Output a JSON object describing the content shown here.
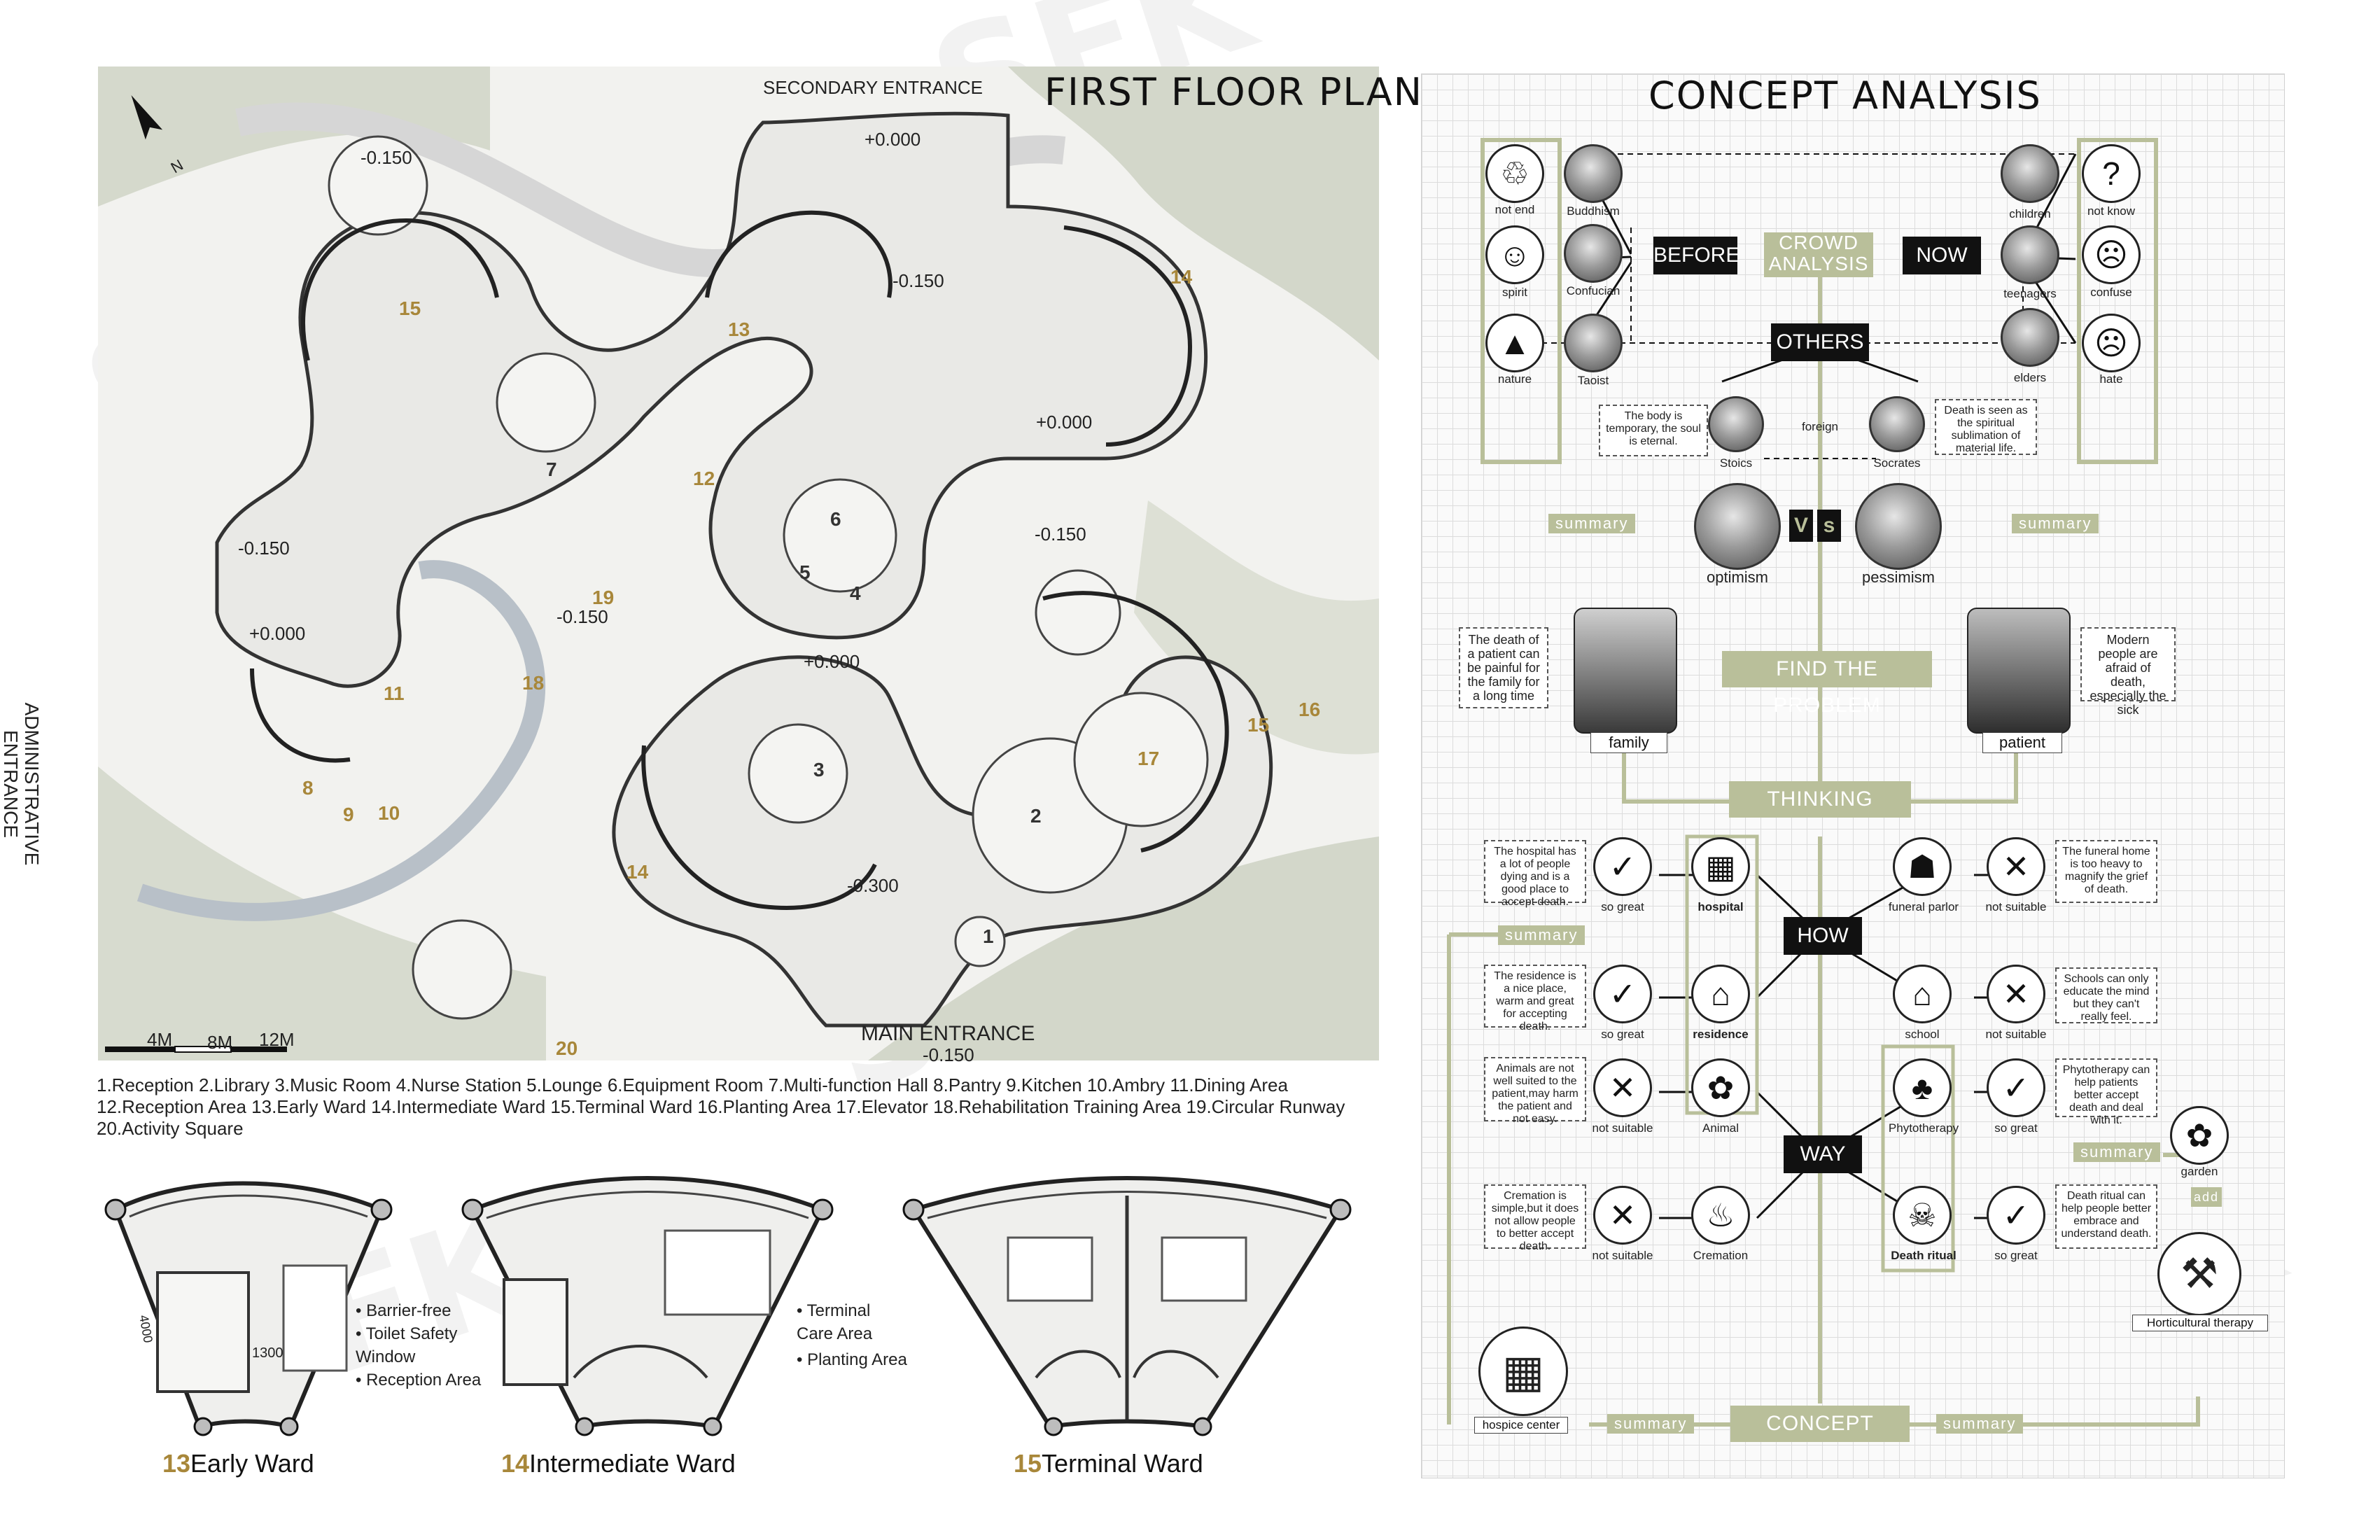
{
  "plan": {
    "title": "FIRST FLOOR PLAN",
    "secondary_entrance": "SECONDARY ENTRANCE",
    "main_entrance": "MAIN ENTRANCE",
    "administrative_entrance": "ADMINISTRATIVE ENTRANCE",
    "north": "N",
    "levels": [
      "-0.150",
      "+0.000",
      "-0.150",
      "+0.000",
      "-0.150",
      "-0.150",
      "+0.000",
      "-0.150",
      "+0.000",
      "-0.300",
      "-0.150"
    ],
    "room_numbers": [
      "15",
      "7",
      "13",
      "12",
      "14",
      "6",
      "5",
      "4",
      "19",
      "18",
      "11",
      "3",
      "8",
      "9",
      "10",
      "14",
      "2",
      "17",
      "15",
      "16",
      "1",
      "20"
    ],
    "scale": [
      "4M",
      "8M",
      "12M"
    ],
    "legend_line1": "1.Reception  2.Library  3.Music Room  4.Nurse Station  5.Lounge  6.Equipment Room  7.Multi-function Hall  8.Pantry  9.Kitchen  10.Ambry  11.Dining Area",
    "legend_line2": "12.Reception Area  13.Early Ward  14.Intermediate Ward  15.Terminal Ward  16.Planting Area  17.Elevator  18.Rehabilitation Training Area  19.Circular Runway",
    "legend_line3": "20.Activity Square"
  },
  "wards": [
    {
      "num": "13",
      "name": "Early Ward",
      "bullets": [
        "Barrier-free",
        "Toilet Safety Window",
        "Reception Area"
      ],
      "dim": "1300",
      "dim2": "4000"
    },
    {
      "num": "14",
      "name": "Intermediate Ward",
      "bullets": [
        "Terminal Care Area",
        "Planting Area"
      ]
    },
    {
      "num": "15",
      "name": "Terminal Ward"
    }
  ],
  "concept": {
    "title": "CONCEPT ANALYSIS",
    "before": "BEFORE",
    "now": "NOW",
    "crowd_analysis": "CROWD ANALYSIS",
    "others": "OTHERS",
    "left_icons": [
      "not end",
      "spirit",
      "nature"
    ],
    "left_people": [
      "Buddhism",
      "Confucian",
      "Taoist"
    ],
    "right_people": [
      "children",
      "teenagers",
      "elders"
    ],
    "right_icons": [
      "not know",
      "confuse",
      "hate"
    ],
    "stoics": "Stoics",
    "socrates": "Socrates",
    "foreign": "foreign",
    "note_stoics": "The body is temporary, the soul is eternal.",
    "note_socrates": "Death is seen as the spiritual sublimation of material life.",
    "summary": "summary",
    "optimism": "optimism",
    "pessimism": "pessimism",
    "vs_v": "V",
    "vs_s": "s",
    "find_problem": "FIND THE PROBLEM",
    "family": "family",
    "patient": "patient",
    "note_family": "The death of a patient can be painful for the family for a long time",
    "note_patient": "Modern people are afraid of death, especially the sick",
    "thinking": "THINKING",
    "how": "HOW",
    "way": "WAY",
    "concept_box": "CONCEPT",
    "hospital": "hospital",
    "residence": "residence",
    "funeral_parlor": "funeral parlor",
    "school": "school",
    "animal": "Animal",
    "cremation": "Cremation",
    "phytotherapy": "Phytotherapy",
    "death_ritual": "Death ritual",
    "garden": "garden",
    "add": "add",
    "horticultural": "Horticultural therapy",
    "hospice": "hospice center",
    "so_great": "so great",
    "not_suitable": "not suitable",
    "note_hospital": "The hospital has a lot of people dying and is a good place to accept death.",
    "note_residence": "The residence is a nice place, warm and great for accepting death.",
    "note_funeral": "The funeral home is too heavy to magnify the grief of death.",
    "note_school": "Schools can only educate the mind but they can't really feel.",
    "note_animal": "Animals are not well suited to the patient,may harm the patient and not easy.",
    "note_cremation": "Cremation is simple,but it does not allow people to better accept death.",
    "note_phyto": "Phytotherapy can help patients better accept death and deal with it.",
    "note_ritual": "Death ritual can help people better embrace and understand death."
  },
  "colors": {
    "accent_green": "#b9bf9a",
    "gold": "#a8873a",
    "plan_gray": "#c9cbc2"
  }
}
